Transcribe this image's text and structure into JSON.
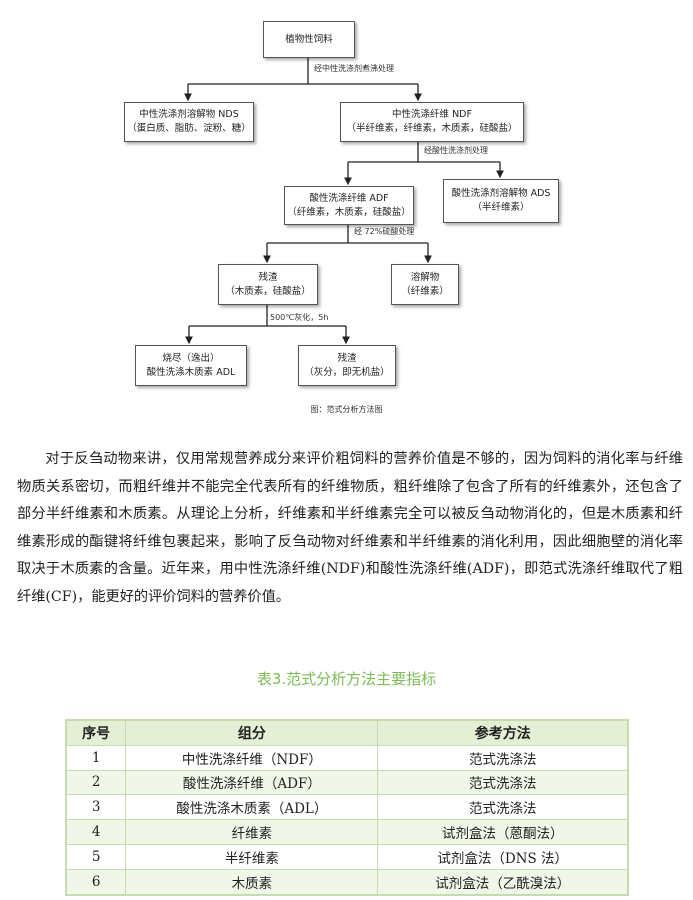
{
  "flowchart": {
    "root": "植物性饲料",
    "edge_neutral": "经中性洗涤剂煮沸处理",
    "nds": {
      "line1": "中性洗涤剂溶解物 NDS",
      "line2": "（蛋白质、脂肪、淀粉、糖）"
    },
    "ndf": {
      "line1": "中性洗涤纤维 NDF",
      "line2": "（半纤维素，纤维素，木质素，硅酸盐）"
    },
    "edge_acid": "经酸性洗涤剂处理",
    "adf": {
      "line1": "酸性洗涤纤维 ADF",
      "line2": "（纤维素，木质素，硅酸盐）"
    },
    "ads": {
      "line1": "酸性洗涤剂溶解物 ADS",
      "line2": "（半纤维素）"
    },
    "edge_sulfuric": "经 72%硫酸处理",
    "residue1": {
      "line1": "残渣",
      "line2": "（木质素，硅酸盐）"
    },
    "solute": {
      "line1": "溶解物",
      "line2": "（纤维素）"
    },
    "edge_ash": "500℃灰化，5h",
    "burn": {
      "line1": "烧尽（逸出）",
      "line2": "酸性洗涤木质素 ADL"
    },
    "residue2": {
      "line1": "残渣",
      "line2": "（灰分，即无机盐）"
    },
    "caption": "图：范式分析方法图"
  },
  "paragraph": "对于反刍动物来讲，仅用常规营养成分来评价粗饲料的营养价值是不够的，因为饲料的消化率与纤维物质关系密切，而粗纤维并不能完全代表所有的纤维物质，粗纤维除了包含了所有的纤维素外，还包含了部分半纤维素和木质素。从理论上分析，纤维素和半纤维素完全可以被反刍动物消化的，但是木质素和纤维素形成的酯键将纤维包裹起来，影响了反刍动物对纤维素和半纤维素的消化利用，因此细胞壁的消化率取决于木质素的含量。近年来，用中性洗涤纤维(NDF)和酸性洗涤纤维(ADF)，即范式洗涤纤维取代了粗纤维(CF)，能更好的评价饲料的营养价值。",
  "table": {
    "title": "表3.范式分析方法主要指标",
    "headers": [
      "序号",
      "组分",
      "参考方法"
    ],
    "rows": [
      [
        "1",
        "中性洗涤纤维（NDF）",
        "范式洗涤法"
      ],
      [
        "2",
        "酸性洗涤纤维（ADF）",
        "范式洗涤法"
      ],
      [
        "3",
        "酸性洗涤木质素（ADL）",
        "范式洗涤法"
      ],
      [
        "4",
        "纤维素",
        "试剂盒法（蒽酮法）"
      ],
      [
        "5",
        "半纤维素",
        "试剂盒法（DNS 法）"
      ],
      [
        "6",
        "木质素",
        "试剂盒法（乙酰溴法）"
      ]
    ],
    "header_color": "#e3f0d3",
    "title_color": "#7cbb57"
  }
}
